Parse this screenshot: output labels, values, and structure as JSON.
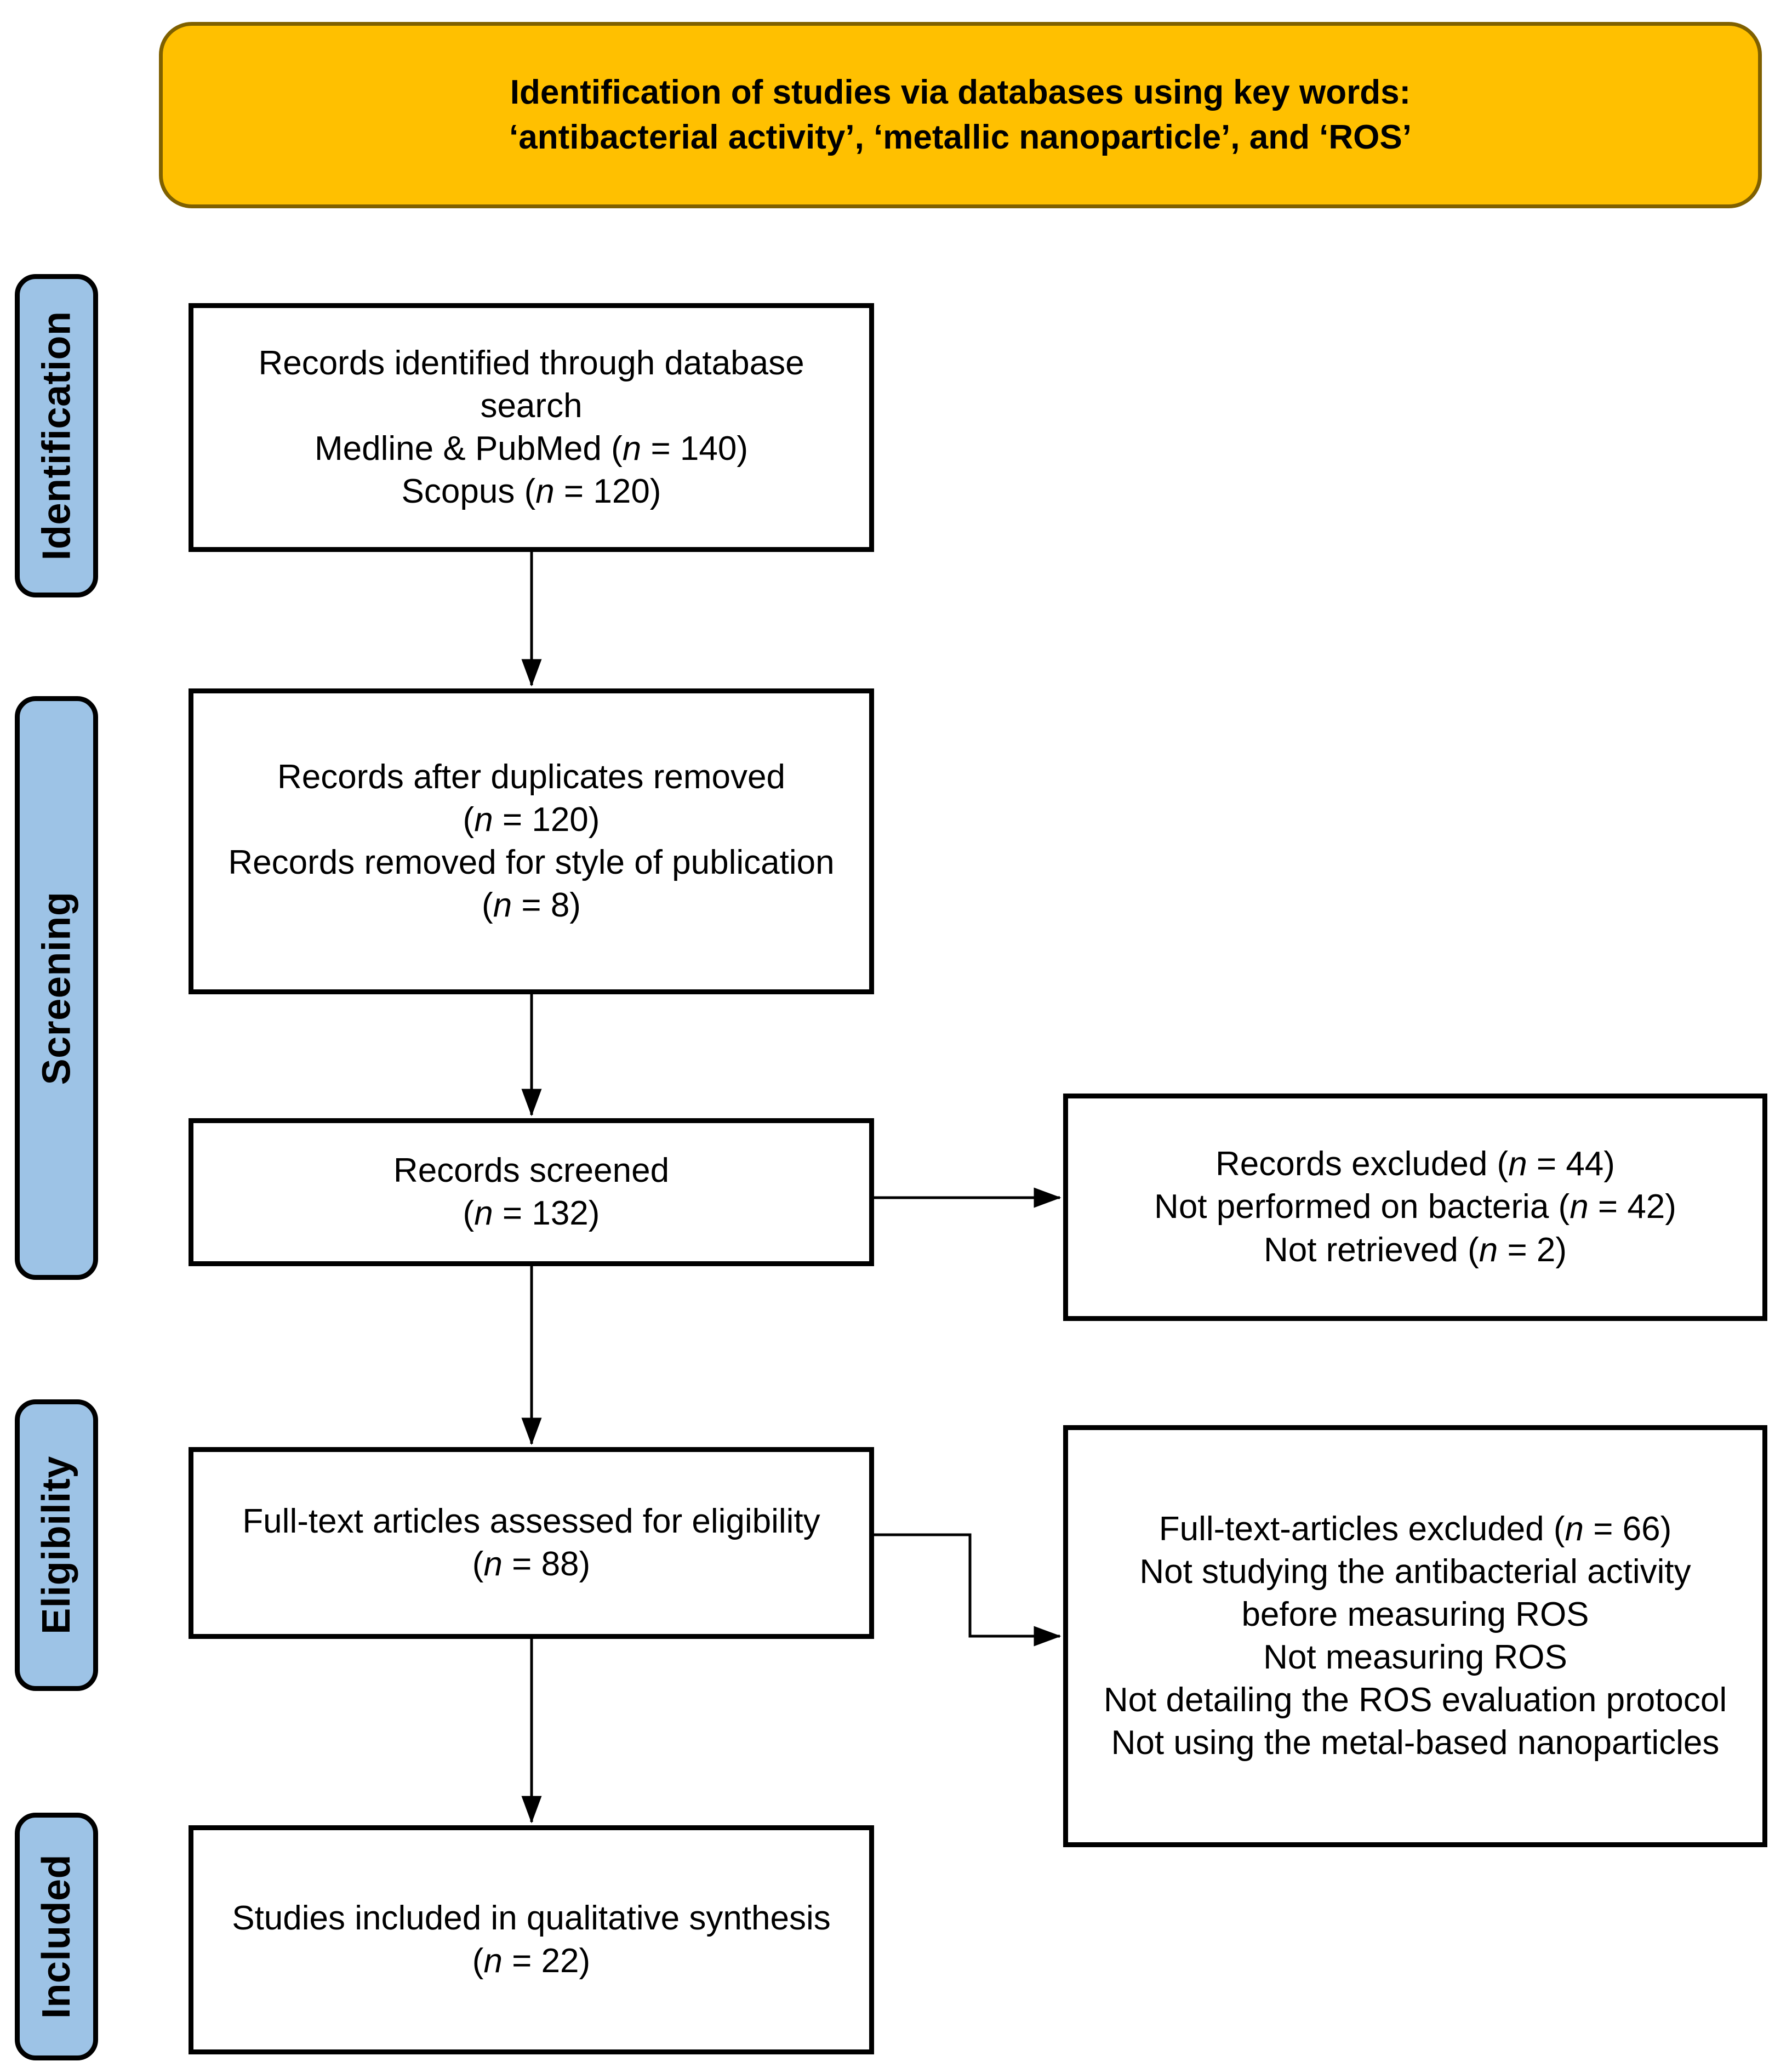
{
  "header": {
    "line1": "Identification of studies via databases using key words:",
    "line2": "‘antibacterial activity’, ‘metallic nanoparticle’, and ‘ROS’"
  },
  "sidebar": {
    "labels": [
      "Identification",
      "Screening",
      "Eligibility",
      "Included"
    ]
  },
  "flow": {
    "identified": {
      "lines": [
        [
          "Records identified through database search"
        ],
        [
          "Medline & PubMed (",
          {
            "i": "n"
          },
          " = 140)"
        ],
        [
          "Scopus (",
          {
            "i": "n"
          },
          " = 120)"
        ]
      ]
    },
    "duplicates_removed": {
      "lines": [
        [
          "Records after duplicates removed"
        ],
        [
          "(",
          {
            "i": "n"
          },
          " = 120)"
        ],
        [
          "Records removed for style of publication"
        ],
        [
          "(",
          {
            "i": "n"
          },
          " = 8)"
        ]
      ]
    },
    "screened": {
      "lines": [
        [
          "Records screened"
        ],
        [
          "(",
          {
            "i": "n"
          },
          " = 132)"
        ]
      ]
    },
    "fulltext_assessed": {
      "lines": [
        [
          "Full-text articles assessed for eligibility"
        ],
        [
          "(",
          {
            "i": "n"
          },
          " = 88)"
        ]
      ]
    },
    "qualitative_synthesis": {
      "lines": [
        [
          "Studies included in qualitative synthesis"
        ],
        [
          "(",
          {
            "i": "n"
          },
          " = 22)"
        ]
      ]
    }
  },
  "exclusions": {
    "records_excluded": {
      "lines": [
        [
          "Records excluded (",
          {
            "i": "n"
          },
          " = 44)"
        ],
        [
          "Not performed on bacteria (",
          {
            "i": "n"
          },
          " = 42)"
        ],
        [
          "Not retrieved (",
          {
            "i": "n"
          },
          " = 2)"
        ]
      ]
    },
    "fulltext_excluded": {
      "lines": [
        [
          "Full-text-articles excluded (",
          {
            "i": "n"
          },
          " = 66)"
        ],
        [
          "Not studying the antibacterial activity"
        ],
        [
          "before measuring ROS"
        ],
        [
          "Not measuring ROS"
        ],
        [
          "Not detailing the ROS evaluation protocol"
        ],
        [
          "Not using the metal-based nanoparticles"
        ]
      ]
    }
  },
  "colors": {
    "page_bg": "#FFFFFF",
    "header_fill": "#FFC000",
    "header_border": "#7F6000",
    "sidebar_fill": "#9DC3E6",
    "box_fill": "#FFFFFF",
    "box_border": "#000000",
    "arrow": "#000000",
    "text": "#000000"
  }
}
